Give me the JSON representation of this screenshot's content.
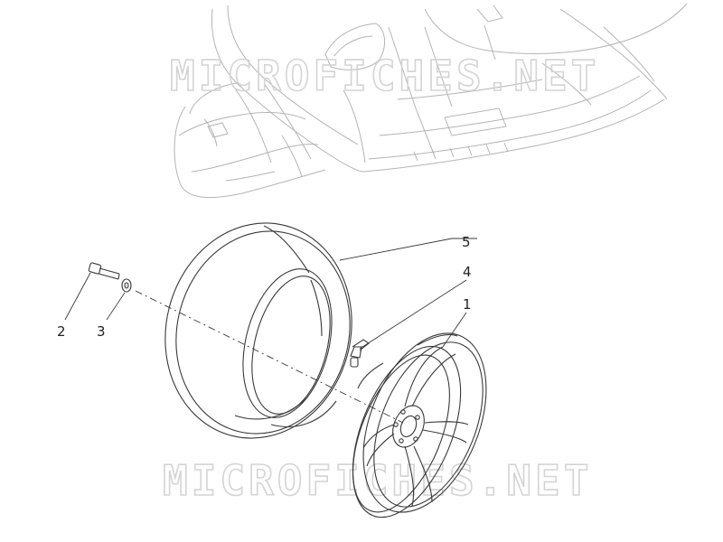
{
  "watermark": {
    "text": "MICROFICHES.NET"
  },
  "callouts": [
    {
      "id": "1",
      "label": "1"
    },
    {
      "id": "2",
      "label": "2"
    },
    {
      "id": "3",
      "label": "3"
    },
    {
      "id": "4",
      "label": "4"
    },
    {
      "id": "5",
      "label": "5"
    }
  ],
  "colors": {
    "line": "#3a3a3a",
    "faint": "#b4b4b4",
    "watermark": "#d4d4d4"
  }
}
